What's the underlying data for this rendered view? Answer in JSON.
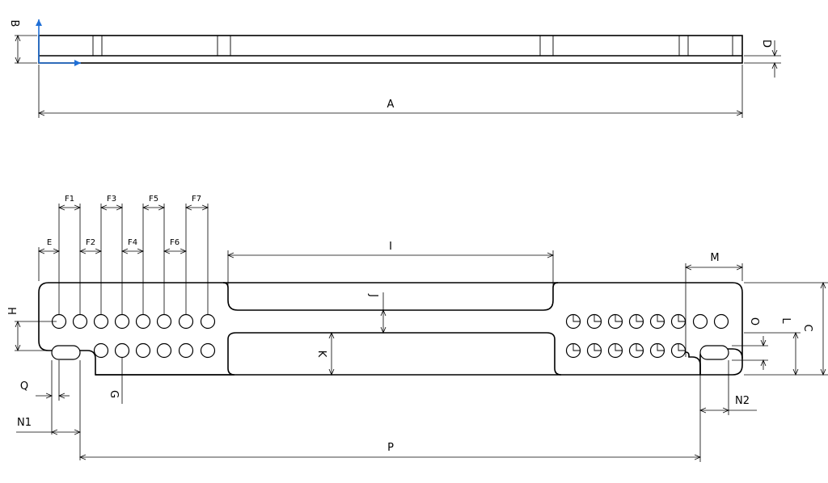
{
  "labels": {
    "A": "A",
    "B": "B",
    "C": "C",
    "D": "D",
    "E": "E",
    "F1": "F1",
    "F2": "F2",
    "F3": "F3",
    "F4": "F4",
    "F5": "F5",
    "F6": "F6",
    "F7": "F7",
    "G": "G",
    "H": "H",
    "I": "I",
    "J": "J",
    "K": "K",
    "L": "L",
    "M": "M",
    "N1": "N1",
    "N2": "N2",
    "O": "O",
    "P": "P",
    "Q": "Q"
  },
  "colors": {
    "axis": "#1f6fd6",
    "line": "#000000"
  }
}
